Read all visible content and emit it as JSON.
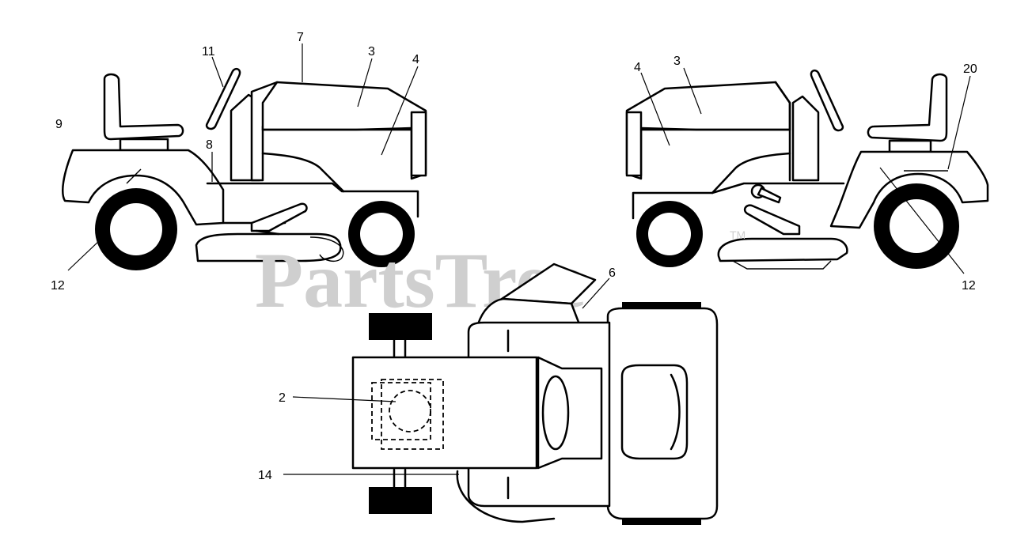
{
  "watermark": {
    "text": "PartsTree",
    "trademark": "TM"
  },
  "callouts": {
    "left": {
      "c7": "7",
      "c11": "11",
      "c3": "3",
      "c4": "4",
      "c9": "9",
      "c8": "8",
      "c12": "12"
    },
    "right": {
      "c4": "4",
      "c3": "3",
      "c20": "20",
      "c12": "12"
    },
    "top": {
      "c6": "6",
      "c2": "2",
      "c14": "14"
    }
  },
  "colors": {
    "line": "#000000",
    "watermark": "#cfcfcf",
    "background": "#ffffff"
  }
}
